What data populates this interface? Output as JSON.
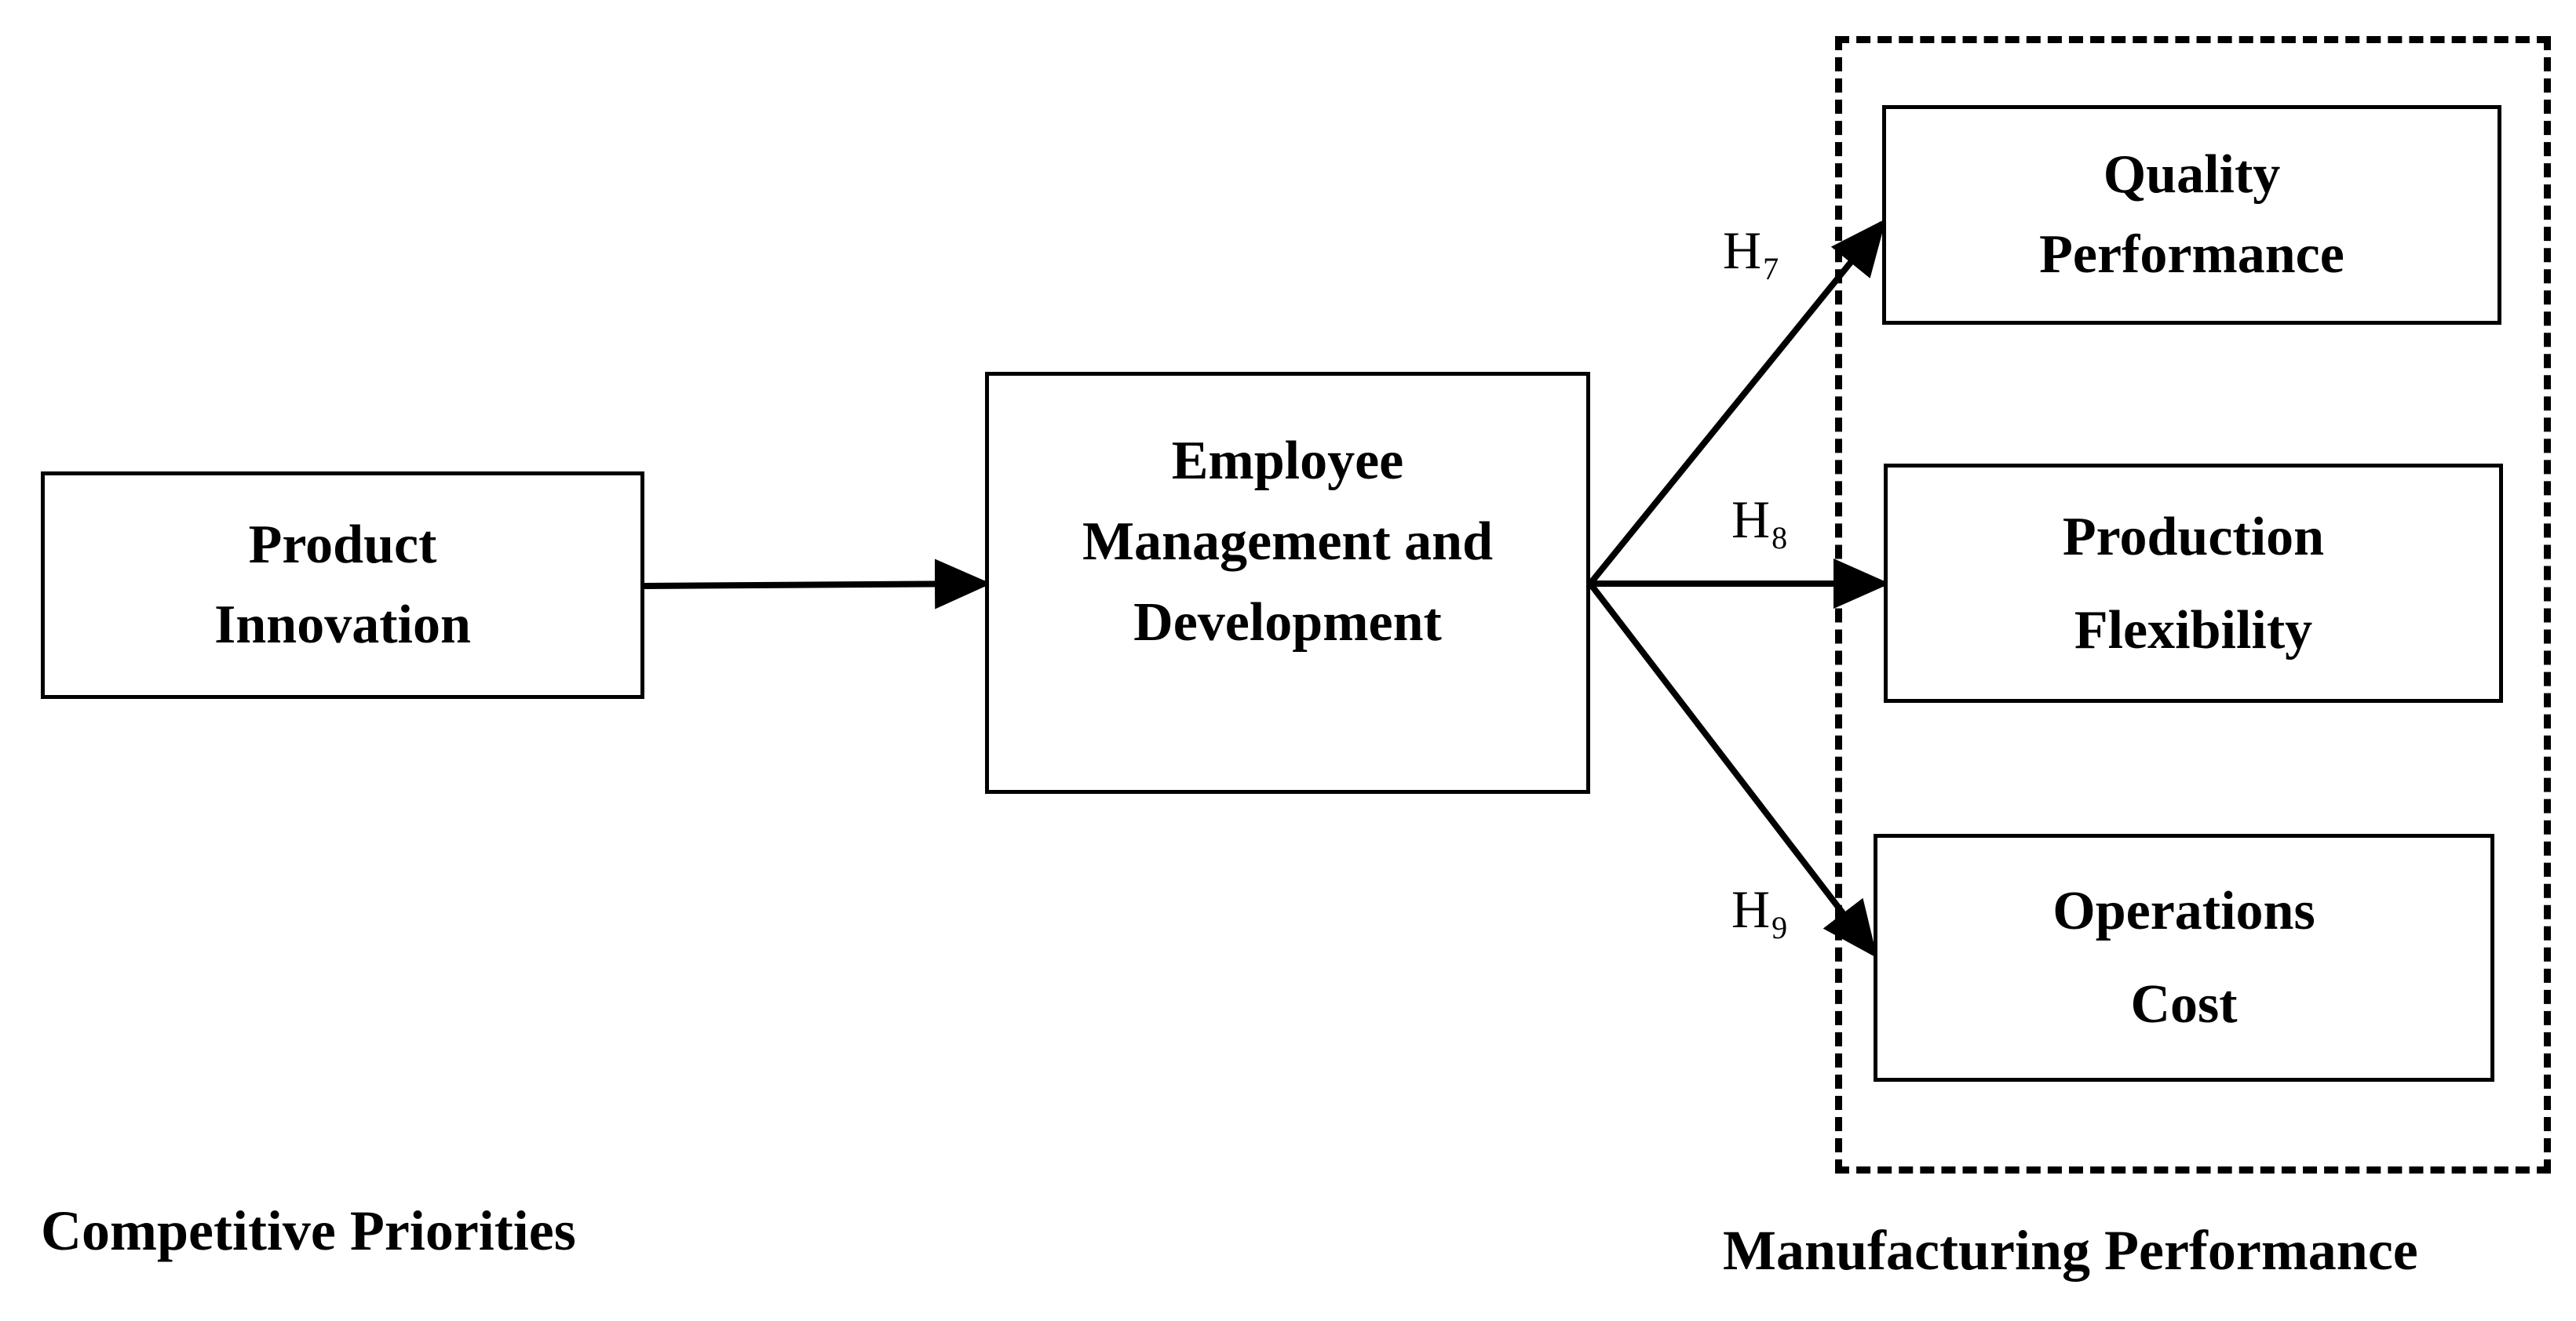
{
  "diagram": {
    "left_group": {
      "caption": "Competitive Priorities",
      "box": {
        "line1": "Product",
        "line2": "Innovation"
      }
    },
    "mediator": {
      "line1": "Employee",
      "line2": "Management and",
      "line3": "Development"
    },
    "right_group": {
      "caption": "Manufacturing Performance",
      "boxes": [
        {
          "line1": "Quality",
          "line2": "Performance"
        },
        {
          "line1": "Production",
          "line2": "Flexibility"
        },
        {
          "line1": "Operations",
          "line2": "Cost"
        }
      ]
    },
    "hypotheses": [
      {
        "letter": "H",
        "number": "7"
      },
      {
        "letter": "H",
        "number": "8"
      },
      {
        "letter": "H",
        "number": "9"
      }
    ]
  }
}
